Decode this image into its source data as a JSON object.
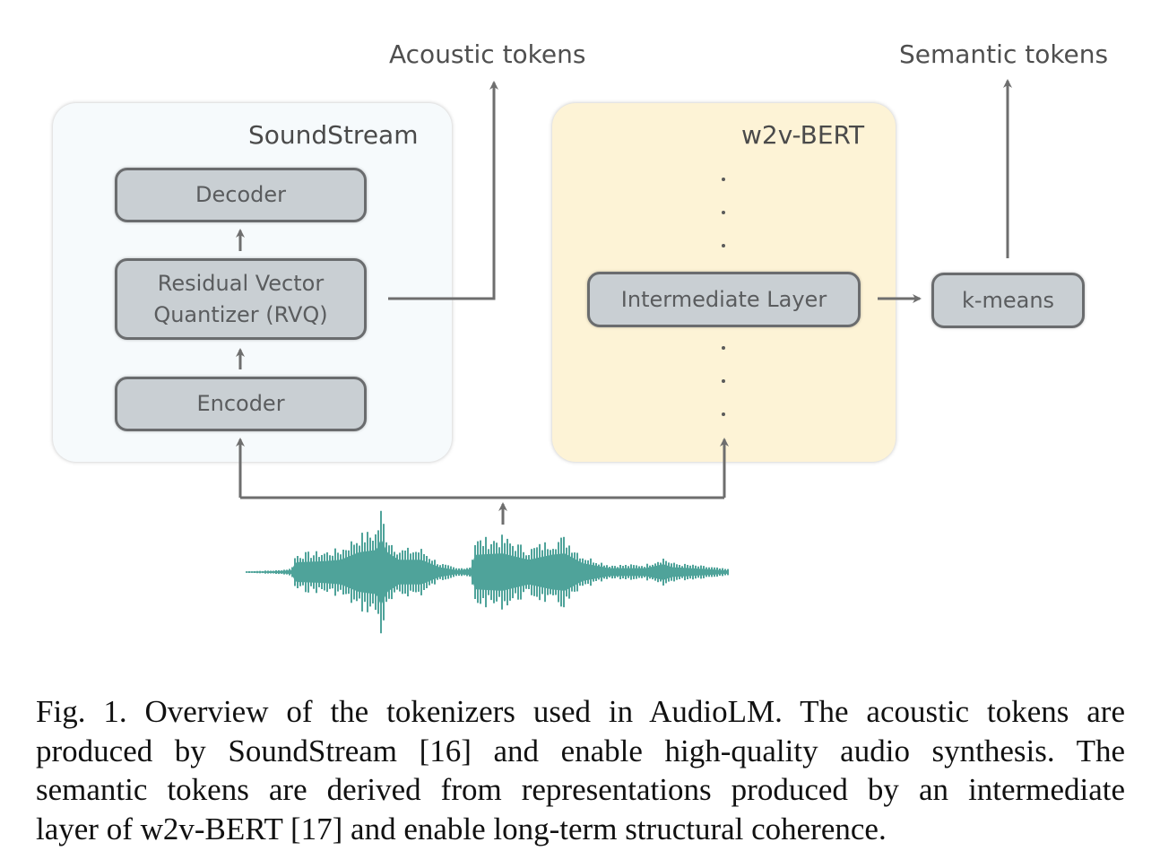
{
  "diagram": {
    "output_labels": {
      "acoustic": "Acoustic tokens",
      "semantic": "Semantic tokens"
    },
    "soundstream": {
      "title": "SoundStream",
      "blocks": {
        "decoder": "Decoder",
        "rvq_line1": "Residual Vector",
        "rvq_line2": "Quantizer (RVQ)",
        "encoder": "Encoder"
      }
    },
    "w2v_bert": {
      "title": "w2v-BERT",
      "intermediate_layer": "Intermediate Layer",
      "ellipsis": "⋮"
    },
    "kmeans": "k-means",
    "colors": {
      "soundstream_panel": "#f6fafc",
      "w2v_panel": "#fdf3d6",
      "block_fill": "#c9cfd3",
      "block_border": "#6a6c6e",
      "arrow": "#6e6e6e",
      "waveform": "#4fa39a"
    },
    "waveform_icon": "audio-waveform"
  },
  "caption": {
    "lines": [
      "Fig. 1.  Overview of the tokenizers used in AudioLM. The acoustic tokens are",
      "produced by SoundStream [16] and enable high-quality audio synthesis. The",
      "semantic tokens are derived from representations produced by an intermediate",
      "layer of w2v-BERT [17] and enable long-term structural coherence."
    ]
  }
}
